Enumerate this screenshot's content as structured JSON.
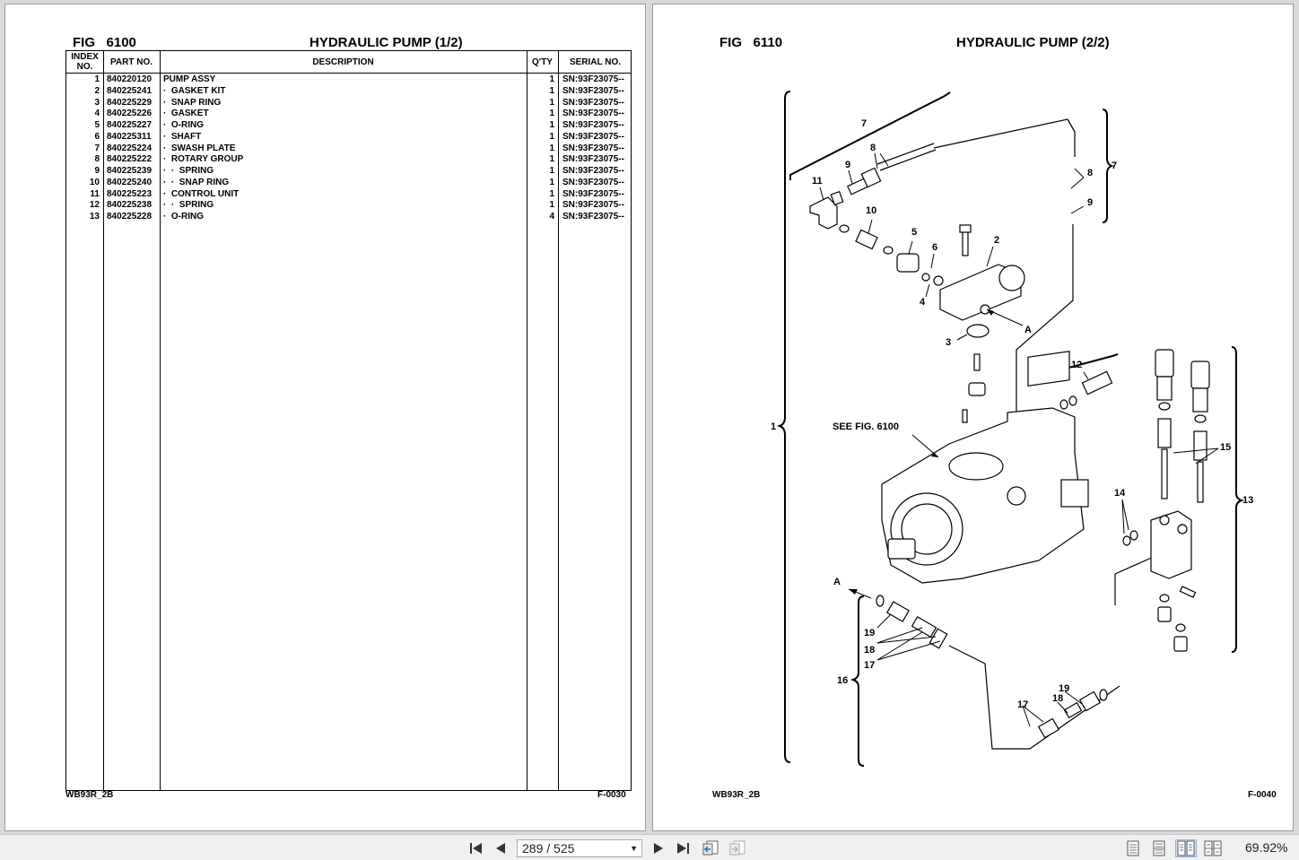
{
  "left_page": {
    "fig_label": "FIG",
    "fig_number": "6100",
    "title": "HYDRAULIC PUMP (1/2)",
    "headers": {
      "index_line1": "INDEX",
      "index_line2": "NO.",
      "part_no": "PART NO.",
      "description": "DESCRIPTION",
      "qty": "Q'TY",
      "serial_no": "SERIAL NO."
    },
    "rows": [
      {
        "index": "1",
        "part": "840220120",
        "desc": "PUMP ASSY",
        "qty": "1",
        "serial": "SN:93F23075--"
      },
      {
        "index": "2",
        "part": "840225241",
        "desc": "·  GASKET KIT",
        "qty": "1",
        "serial": "SN:93F23075--"
      },
      {
        "index": "3",
        "part": "840225229",
        "desc": "·  SNAP RING",
        "qty": "1",
        "serial": "SN:93F23075--"
      },
      {
        "index": "4",
        "part": "840225226",
        "desc": "·  GASKET",
        "qty": "1",
        "serial": "SN:93F23075--"
      },
      {
        "index": "5",
        "part": "840225227",
        "desc": "·  O-RING",
        "qty": "1",
        "serial": "SN:93F23075--"
      },
      {
        "index": "6",
        "part": "840225311",
        "desc": "·  SHAFT",
        "qty": "1",
        "serial": "SN:93F23075--"
      },
      {
        "index": "7",
        "part": "840225224",
        "desc": "·  SWASH PLATE",
        "qty": "1",
        "serial": "SN:93F23075--"
      },
      {
        "index": "8",
        "part": "840225222",
        "desc": "·  ROTARY GROUP",
        "qty": "1",
        "serial": "SN:93F23075--"
      },
      {
        "index": "9",
        "part": "840225239",
        "desc": "·  ·  SPRING",
        "qty": "1",
        "serial": "SN:93F23075--"
      },
      {
        "index": "10",
        "part": "840225240",
        "desc": "·  ·  SNAP RING",
        "qty": "1",
        "serial": "SN:93F23075--"
      },
      {
        "index": "11",
        "part": "840225223",
        "desc": "·  CONTROL UNIT",
        "qty": "1",
        "serial": "SN:93F23075--"
      },
      {
        "index": "12",
        "part": "840225238",
        "desc": "·  ·  SPRING",
        "qty": "1",
        "serial": "SN:93F23075--"
      },
      {
        "index": "13",
        "part": "840225228",
        "desc": "·  O-RING",
        "qty": "4",
        "serial": "SN:93F23075--"
      }
    ],
    "footer_model": "WB93R_2B",
    "footer_code": "F-0030"
  },
  "right_page": {
    "fig_label": "FIG",
    "fig_number": "6110",
    "title": "HYDRAULIC PUMP (2/2)",
    "callouts": {
      "c1": "1",
      "c2": "2",
      "c3": "3",
      "c4": "4",
      "c5": "5",
      "c6": "6",
      "c7a": "7",
      "c7b": "7",
      "c8a": "8",
      "c8b": "8",
      "c9a": "9",
      "c9b": "9",
      "c10": "10",
      "c11": "11",
      "c12": "12",
      "c13": "13",
      "c14": "14",
      "c15": "15",
      "c16": "16",
      "c17a": "17",
      "c17b": "17",
      "c18a": "18",
      "c18b": "18",
      "c19a": "19",
      "c19b": "19",
      "cA1": "A",
      "cA2": "A",
      "see_fig": "SEE FIG. 6100"
    },
    "footer_model": "WB93R_2B",
    "footer_code": "F-0040"
  },
  "toolbar": {
    "page_current": "289",
    "page_total": "525",
    "page_display": "289 / 525",
    "zoom": "69.92%",
    "icons": [
      "first-page-icon",
      "prev-page-icon",
      "next-page-icon",
      "last-page-icon",
      "go-back-view-icon",
      "go-forward-view-icon",
      "single-page-icon",
      "continuous-icon",
      "two-page-icon",
      "two-page-continuous-icon"
    ]
  }
}
